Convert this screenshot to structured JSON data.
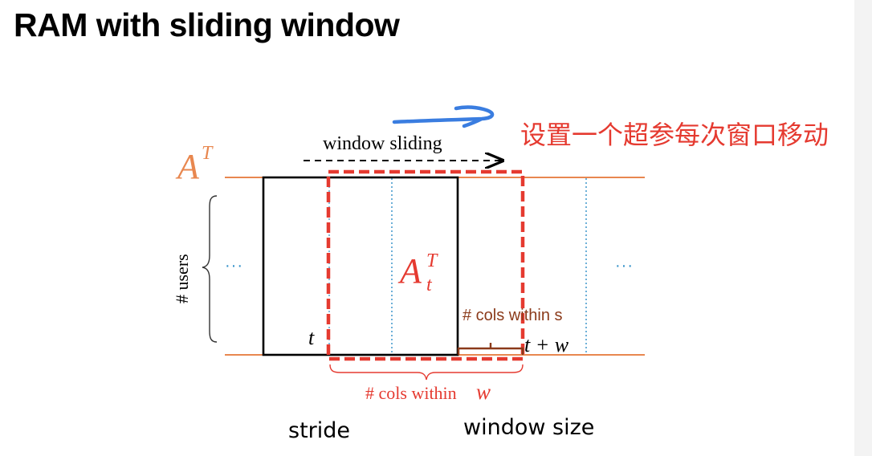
{
  "slide": {
    "title": "RAM with sliding window"
  },
  "diagram": {
    "matrix_label": "A",
    "matrix_sup": "T",
    "window_matrix_label": "A",
    "window_matrix_sup": "T",
    "window_matrix_sub": "t",
    "window_sliding_label": "window sliding",
    "users_label": "# users",
    "ellipsis_left": "···",
    "ellipsis_right": "···",
    "t_label": "t",
    "t_plus_w_label": "t + w",
    "cols_within_s_label": "# cols within s",
    "cols_within_w_label": "# cols within",
    "cols_within_w_var": "w",
    "annotation_cn": "设置一个超参每次窗口移动"
  },
  "captions": {
    "stride": "stride",
    "window_size": "window size"
  },
  "colors": {
    "orange": "#e8874f",
    "red_dashed": "#e53a30",
    "dotted_blue": "#2f8fc8",
    "brown": "#8b3a1a",
    "hand_arrow_blue": "#3a7de0"
  }
}
